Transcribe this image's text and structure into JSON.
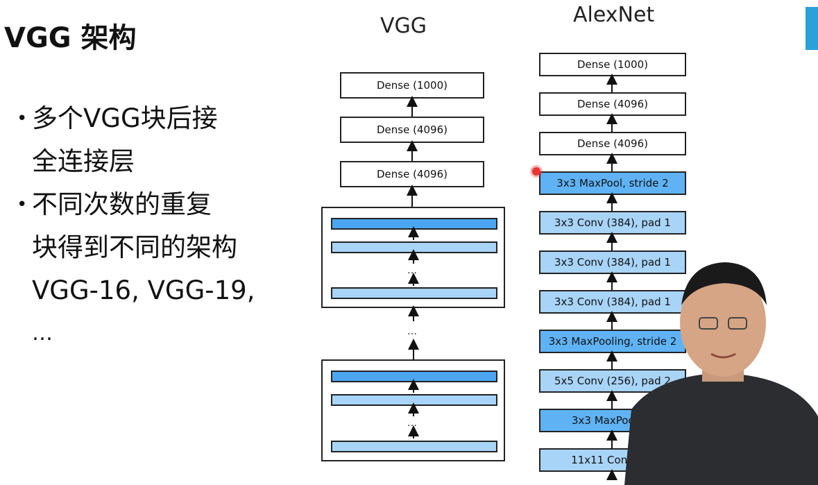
{
  "slide": {
    "title": "VGG 架构",
    "bullets": [
      {
        "lines": [
          "多个VGG块后接",
          "全连接层"
        ]
      },
      {
        "lines": [
          "不同次数的重复",
          "块得到不同的架构",
          "VGG-16, VGG-19,"
        ]
      }
    ],
    "ellipsis": "…"
  },
  "vgg": {
    "title": "VGG",
    "dense_layers": [
      "Dense (1000)",
      "Dense (4096)",
      "Dense (4096)"
    ],
    "dots": "…"
  },
  "alexnet": {
    "title": "AlexNet",
    "layers": [
      {
        "label": "Dense (1000)",
        "style": "white"
      },
      {
        "label": "Dense (4096)",
        "style": "white"
      },
      {
        "label": "Dense (4096)",
        "style": "white"
      },
      {
        "label": "3x3 MaxPool, stride 2",
        "style": "blue"
      },
      {
        "label": "3x3 Conv (384), pad 1",
        "style": "lightblue"
      },
      {
        "label": "3x3 Conv (384), pad 1",
        "style": "lightblue"
      },
      {
        "label": "3x3 Conv (384), pad 1",
        "style": "lightblue"
      },
      {
        "label": "3x3 MaxPooling, stride 2",
        "style": "blue"
      },
      {
        "label": "5x5 Conv (256), pad 2",
        "style": "lightblue"
      },
      {
        "label": "3x3 MaxPool, st",
        "style": "blue"
      },
      {
        "label": "11x11 Conv (96",
        "style": "lightblue"
      }
    ]
  },
  "colors": {
    "blue": "#5fb3f5",
    "lightblue": "#a8d4f7"
  }
}
